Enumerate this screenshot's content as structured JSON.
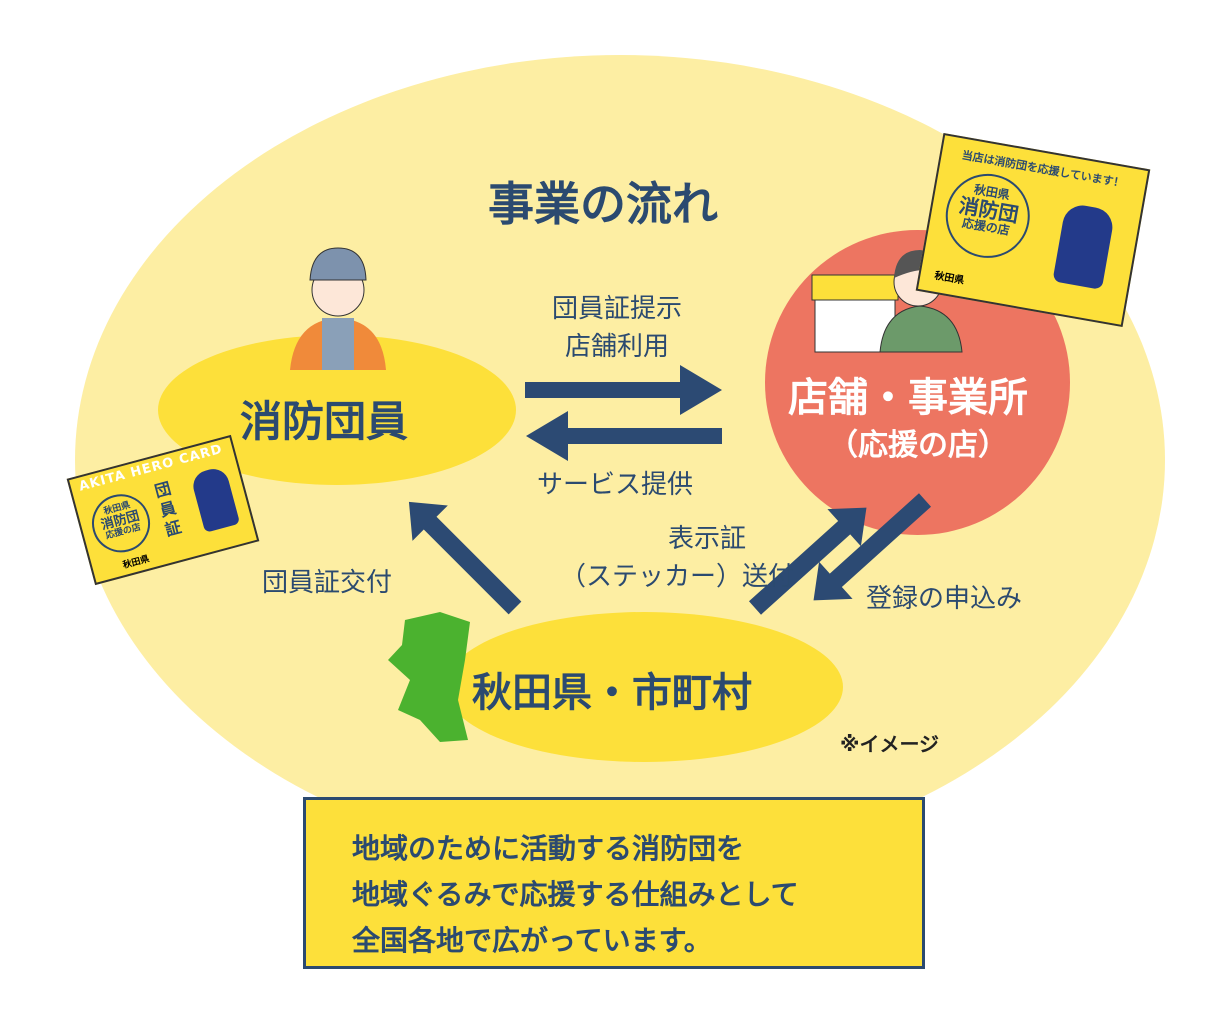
{
  "title": "事業の流れ",
  "nodes": {
    "member": "消防団員",
    "shop": "店舗・事業所",
    "shop_sub": "（応援の店）",
    "prefecture": "秋田県・市町村"
  },
  "flows": {
    "to_shop_1": "団員証提示",
    "to_shop_2": "店舗利用",
    "to_member": "サービス提供",
    "card_issue": "団員証交付",
    "sticker_1": "表示証",
    "sticker_2": "（ステッカー）送付",
    "register": "登録の申込み"
  },
  "note": "※イメージ",
  "summary": [
    "地域のために活動する消防団を",
    "地域ぐるみで応援する仕組みとして",
    "全国各地で広がっています。"
  ],
  "sticker": {
    "header": "当店は消防団を応援しています！",
    "seal": [
      "秋田県",
      "消防団",
      "応援の店"
    ],
    "issuer": "秋田県"
  },
  "hero_card": {
    "header": "AKITA HERO CARD",
    "title": "団員証",
    "seal": [
      "秋田県",
      "消防団",
      "応援の店"
    ],
    "issuer": "秋田県"
  },
  "colors": {
    "navy": "#2b4a70",
    "yellow": "#fde03a",
    "light_yellow": "#fdeea3",
    "red": "#ed7561",
    "green": "#4bb22f"
  }
}
